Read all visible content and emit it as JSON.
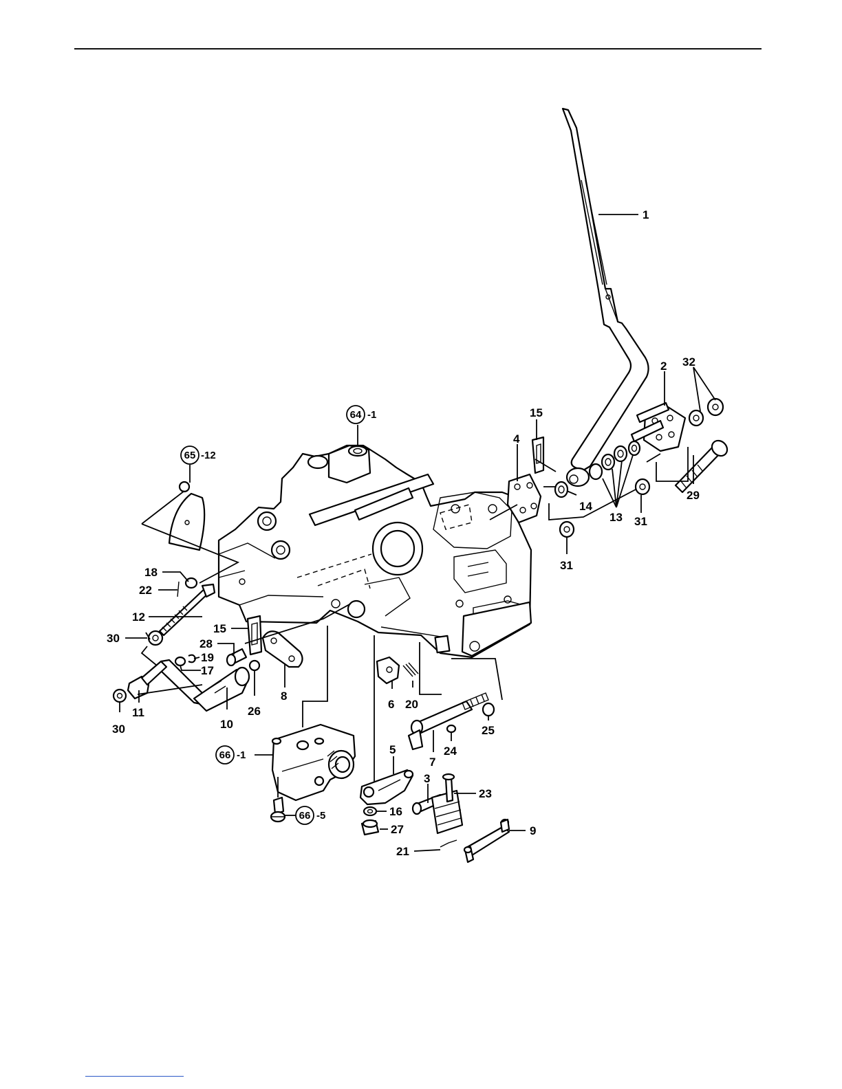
{
  "diagram": {
    "part_labels": [
      "1",
      "2",
      "32",
      "15",
      "4",
      "14",
      "13",
      "31",
      "31",
      "29",
      "18",
      "22",
      "12",
      "30",
      "15",
      "28",
      "19",
      "17",
      "11",
      "30",
      "10",
      "26",
      "8",
      "6",
      "20",
      "25",
      "24",
      "7",
      "5",
      "3",
      "23",
      "16",
      "27",
      "9",
      "21"
    ],
    "circled_refs": [
      {
        "num": "64",
        "suffix": "-1"
      },
      {
        "num": "65",
        "suffix": "-12"
      },
      {
        "num": "66",
        "suffix": "-1"
      },
      {
        "num": "66",
        "suffix": "-5"
      }
    ]
  }
}
